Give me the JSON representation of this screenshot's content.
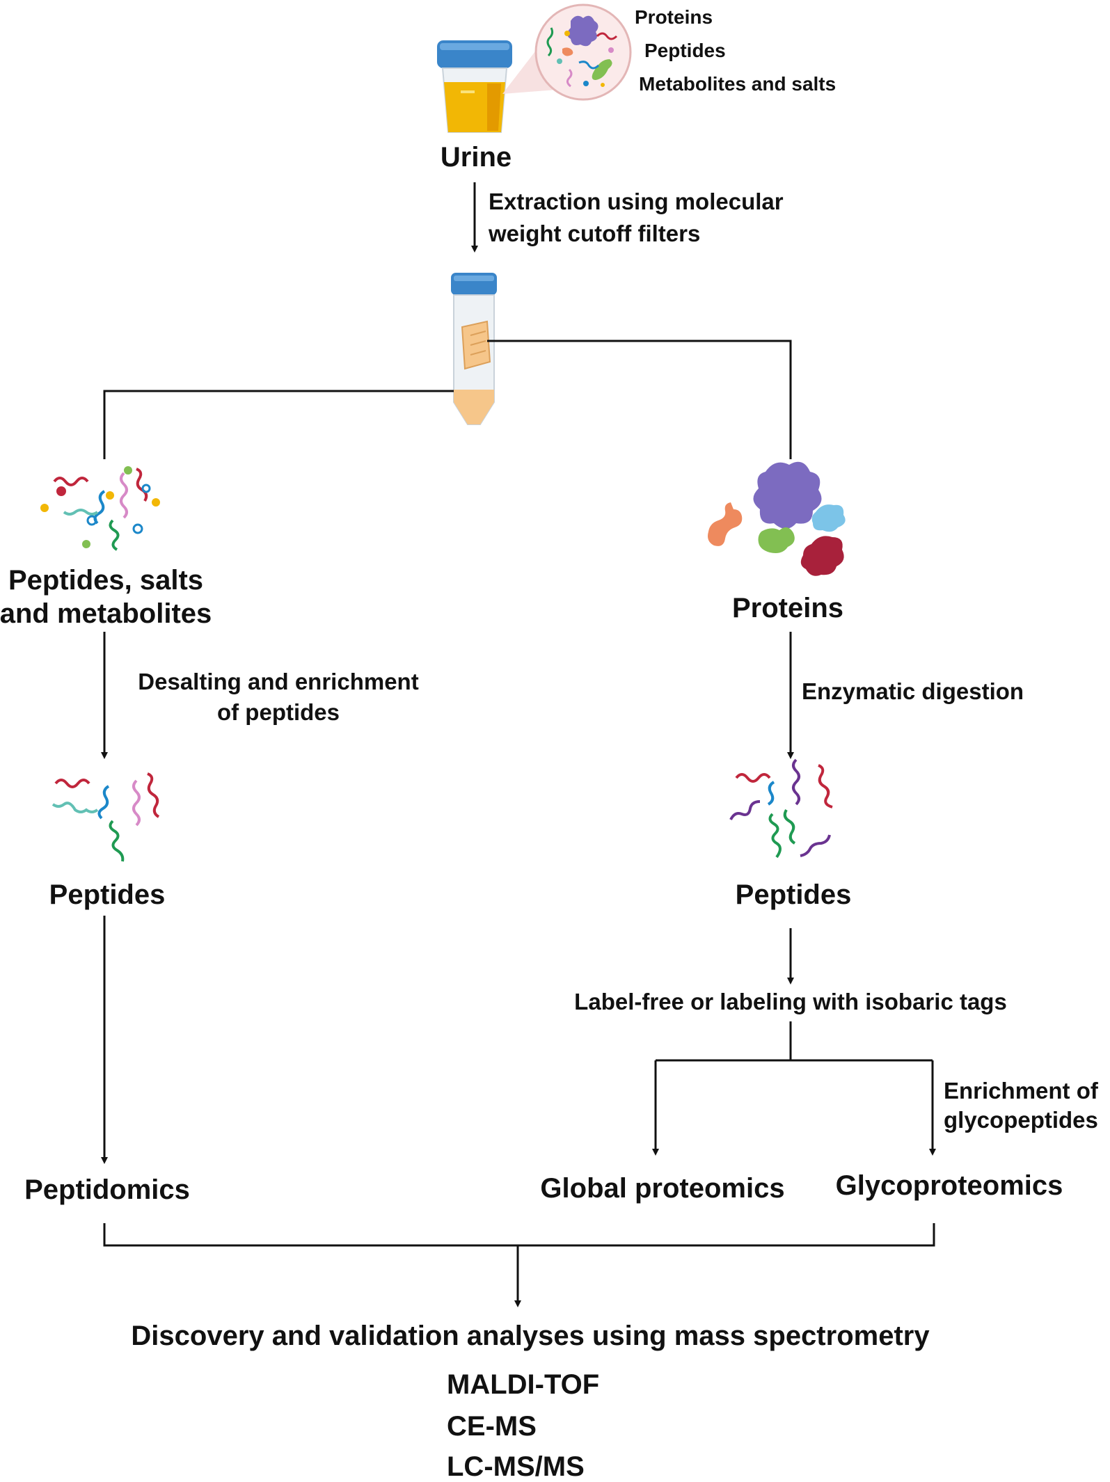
{
  "labels": {
    "inset_proteins": "Proteins",
    "inset_peptides": "Peptides",
    "inset_metabolites": "Metabolites and salts",
    "urine": "Urine",
    "extraction_line1": "Extraction using molecular",
    "extraction_line2": "weight cutoff filters",
    "left_mix_line1": "Peptides, salts",
    "left_mix_line2": "and metabolites",
    "desalting_line1": "Desalting and enrichment",
    "desalting_line2": "of peptides",
    "left_peptides": "Peptides",
    "peptidomics": "Peptidomics",
    "right_proteins": "Proteins",
    "enzymatic": "Enzymatic digestion",
    "right_peptides": "Peptides",
    "labeling": "Label-free or labeling with isobaric tags",
    "enrich_line1": "Enrichment of",
    "enrich_line2": "glycopeptides",
    "global": "Global proteomics",
    "glyco": "Glycoproteomics",
    "discovery": "Discovery and validation analyses using mass spectrometry",
    "methods": [
      "MALDI-TOF",
      "CE-MS",
      "LC-MS/MS"
    ]
  },
  "colors": {
    "urine": "#f2b705",
    "cap_blue": "#3a85c9",
    "tube_content": "#f6c68a",
    "protein_purple": "#7c6bc0",
    "protein_orange": "#ee8a5e",
    "protein_green": "#82bf52",
    "protein_blue": "#7cc4e8",
    "protein_red": "#a8213b",
    "peptide_red": "#c0263c",
    "peptide_teal": "#62c0b4",
    "peptide_blue": "#1b87c9",
    "peptide_green": "#1f9a52",
    "peptide_pink": "#d78ac7",
    "peptide_purple": "#6a3390"
  }
}
